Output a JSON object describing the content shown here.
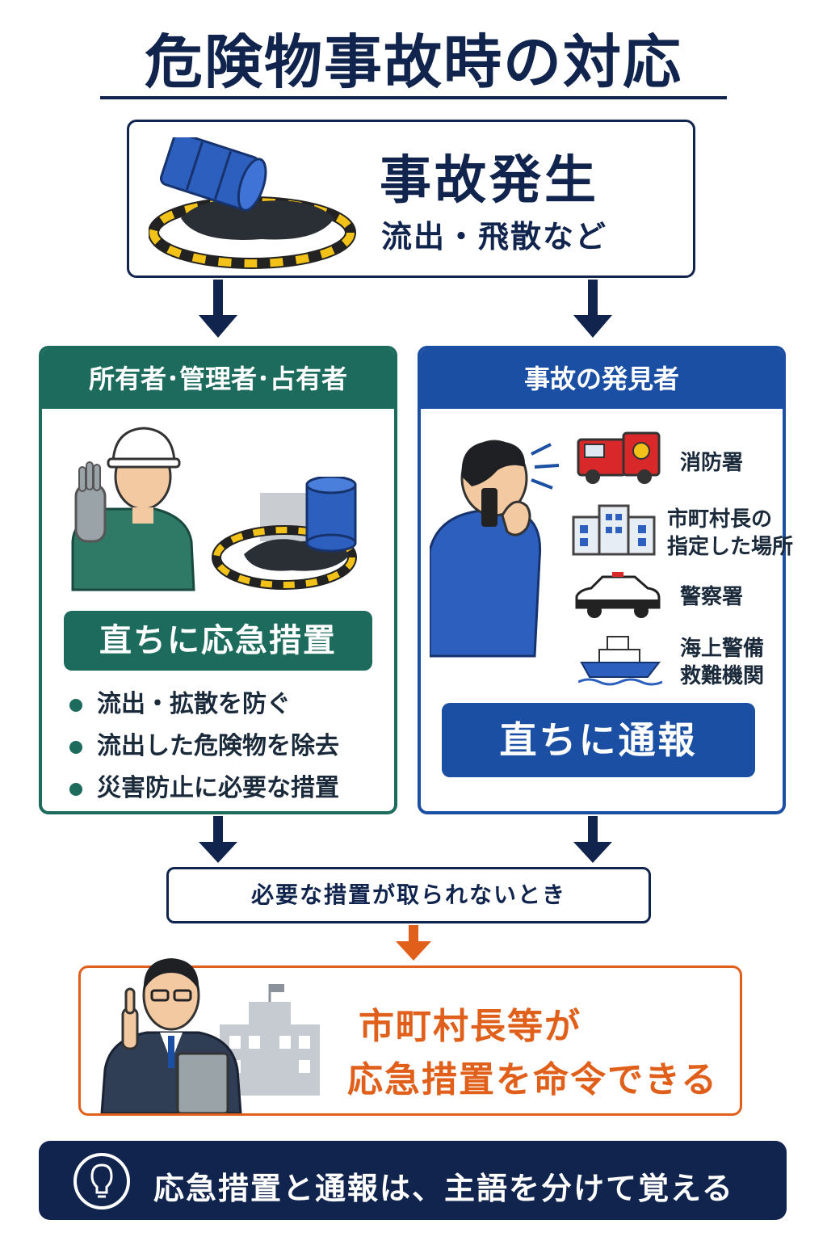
{
  "title": "危険物事故時の対応",
  "accident": {
    "title": "事故発生",
    "subtitle": "流出・飛散など"
  },
  "owner": {
    "header": "所有者･管理者･占有者",
    "action": "直ちに応急措置",
    "bullets": [
      "流出・拡散を防ぐ",
      "流出した危険物を除去",
      "災害防止に必要な措置"
    ]
  },
  "finder": {
    "header": "事故の発見者",
    "contacts": [
      {
        "label": "消防署",
        "icon": "fire-truck-icon"
      },
      {
        "label_line1": "市町村長の",
        "label_line2": "指定した場所",
        "icon": "city-hall-icon"
      },
      {
        "label": "警察署",
        "icon": "police-car-icon"
      },
      {
        "label_line1": "海上警備",
        "label_line2": "救難機関",
        "icon": "coast-guard-ship-icon"
      }
    ],
    "action": "直ちに通報"
  },
  "condition": "必要な措置が取られないとき",
  "mayor": {
    "line1": "市町村長等が",
    "line2": "応急措置を命令できる"
  },
  "tip": {
    "icon": "lightbulb-icon",
    "text": "応急措置と通報は、主語を分けて覚える"
  },
  "colors": {
    "navy": "#10244d",
    "green": "#1c6b5c",
    "blue": "#1a4fa3",
    "orange": "#e0601b"
  }
}
